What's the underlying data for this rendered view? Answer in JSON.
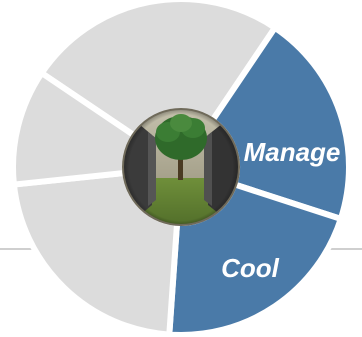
{
  "diagram": {
    "segments": [
      {
        "id": "top",
        "label": "",
        "color": "#dcdcdc",
        "highlighted": false
      },
      {
        "id": "manage",
        "label": "Manage",
        "color": "#4a7aa8",
        "highlighted": true
      },
      {
        "id": "cool",
        "label": "Cool",
        "color": "#4a7aa8",
        "highlighted": true
      },
      {
        "id": "bottom-left",
        "label": "",
        "color": "#dcdcdc",
        "highlighted": false
      },
      {
        "id": "left",
        "label": "",
        "color": "#dcdcdc",
        "highlighted": false
      }
    ],
    "center_image": "data-center-aisle-with-tree",
    "divider_color": "#cfcfcf",
    "segment_border_color": "#ffffff"
  }
}
